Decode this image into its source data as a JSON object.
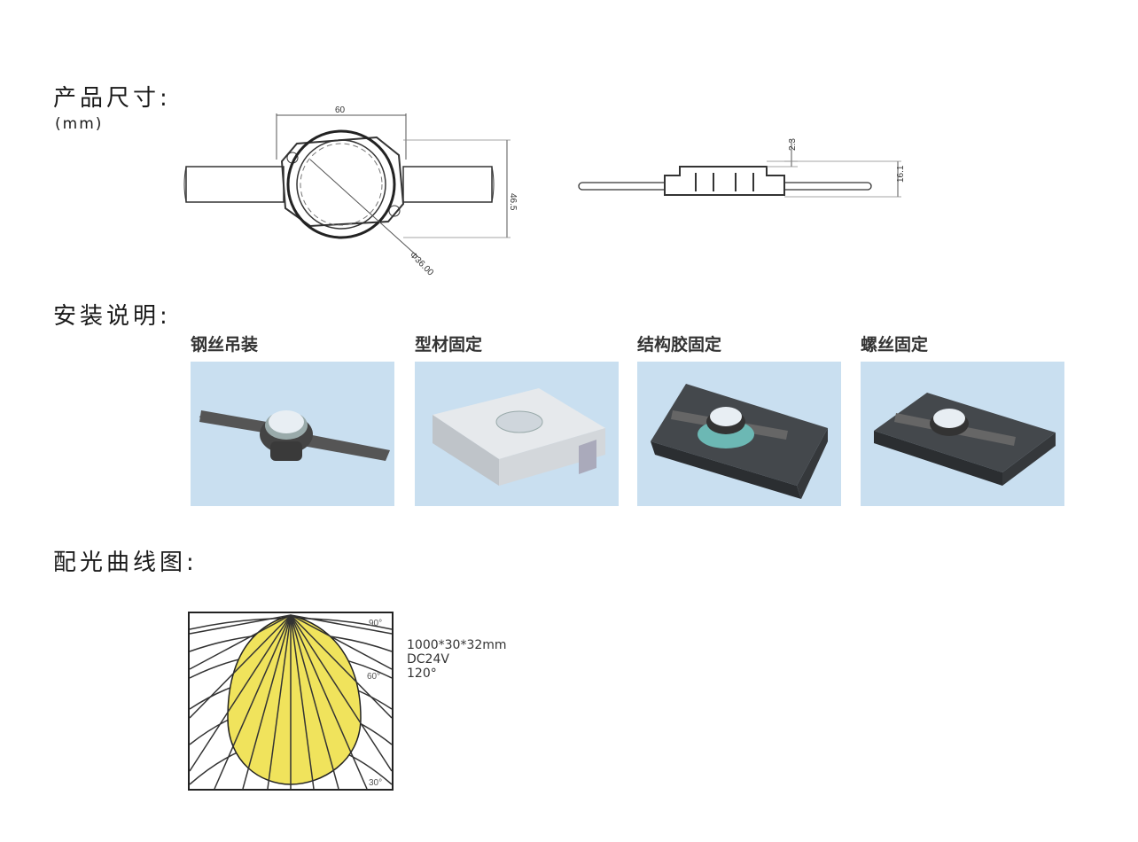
{
  "sections": {
    "size_title": "产品尺寸:",
    "size_unit": "(mm)",
    "install_title": "安装说明:",
    "curve_title": "配光曲线图:"
  },
  "drawing": {
    "top_view": {
      "width": "60",
      "height": "46.5",
      "diameter": "Φ36.00"
    },
    "side_view": {
      "top_height": "2.3",
      "height": "16.1"
    }
  },
  "install_methods": [
    {
      "label": "钢丝吊装",
      "icon": "wire-hanging-icon"
    },
    {
      "label": "型材固定",
      "icon": "profile-mount-icon"
    },
    {
      "label": "结构胶固定",
      "icon": "adhesive-mount-icon"
    },
    {
      "label": "螺丝固定",
      "icon": "screw-mount-icon"
    }
  ],
  "light_curve": {
    "angles": {
      "a90": "90°",
      "a60": "60°",
      "a30": "30°"
    },
    "specs": [
      "1000*30*32mm",
      "DC24V",
      "120°"
    ],
    "fill_color": "#f0e35c"
  }
}
